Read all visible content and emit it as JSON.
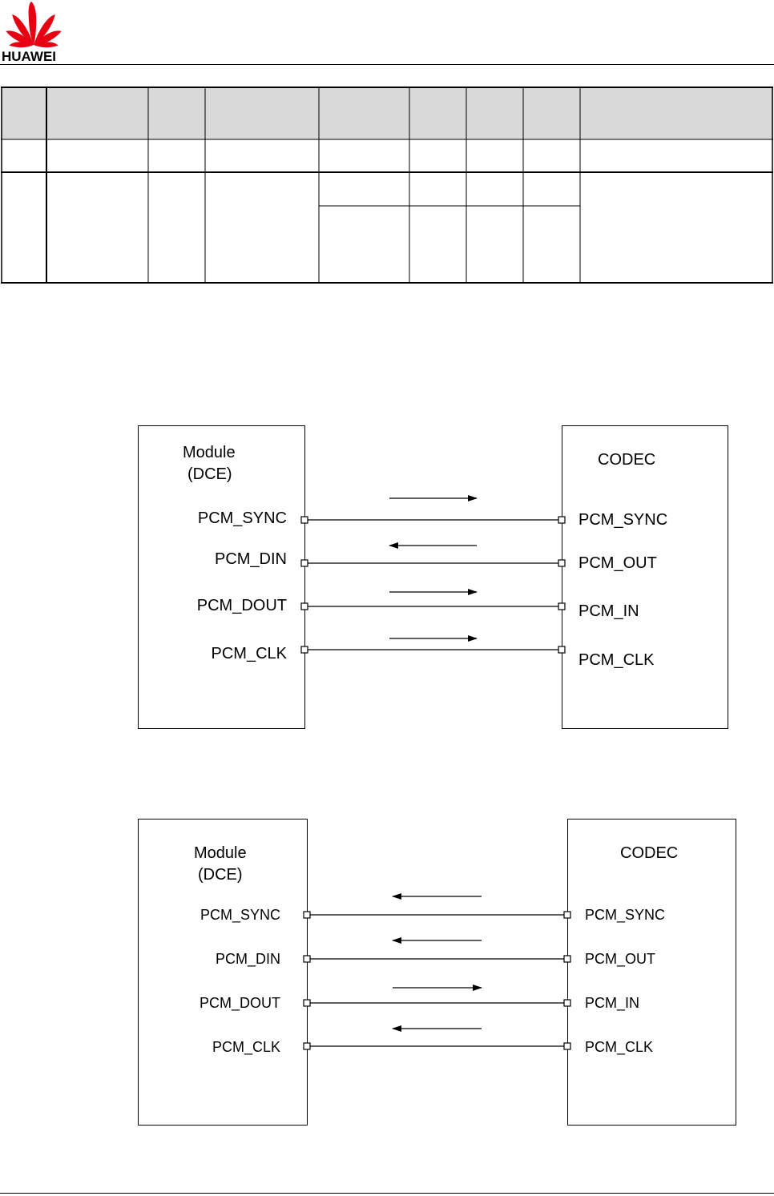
{
  "header": {
    "brand": "HUAWEI",
    "brand_color": "#e60012"
  },
  "diagrams": [
    {
      "left_box": {
        "title_line1": "Module",
        "title_line2": "(DCE)",
        "pins": [
          "PCM_SYNC",
          "PCM_DIN",
          "PCM_DOUT",
          "PCM_CLK"
        ]
      },
      "right_box": {
        "title": "CODEC",
        "pins": [
          "PCM_SYNC",
          "PCM_OUT",
          "PCM_IN",
          "PCM_CLK"
        ]
      },
      "arrow_directions": [
        "right",
        "left",
        "right",
        "right"
      ]
    },
    {
      "left_box": {
        "title_line1": "Module",
        "title_line2": "(DCE)",
        "pins": [
          "PCM_SYNC",
          "PCM_DIN",
          "PCM_DOUT",
          "PCM_CLK"
        ]
      },
      "right_box": {
        "title": "CODEC",
        "pins": [
          "PCM_SYNC",
          "PCM_OUT",
          "PCM_IN",
          "PCM_CLK"
        ]
      },
      "arrow_directions": [
        "left",
        "left",
        "right",
        "left"
      ]
    }
  ]
}
